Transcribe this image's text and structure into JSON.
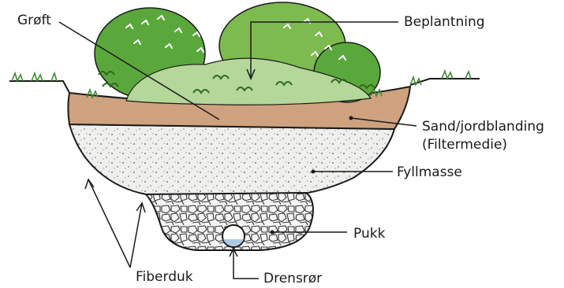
{
  "labels": {
    "groft": "Grøft",
    "beplantning": "Beplantning",
    "sand_line1": "Sand/jordblanding",
    "sand_line2": "(Filtermedie)",
    "fyllmasse": "Fyllmasse",
    "pukk": "Pukk",
    "fiberduk": "Fiberduk",
    "drensror": "Drensrør"
  },
  "colors": {
    "soil": "#cfa27f",
    "fill": "#efefed",
    "gravel": "#f4f4f4",
    "pipe_water": "#aac9e4",
    "bush_dark": "#5aa83c",
    "bush_mid": "#7dba50",
    "bush_light": "#b5d79a",
    "grass": "#3f8a2e",
    "outline": "#1a1a1a"
  }
}
